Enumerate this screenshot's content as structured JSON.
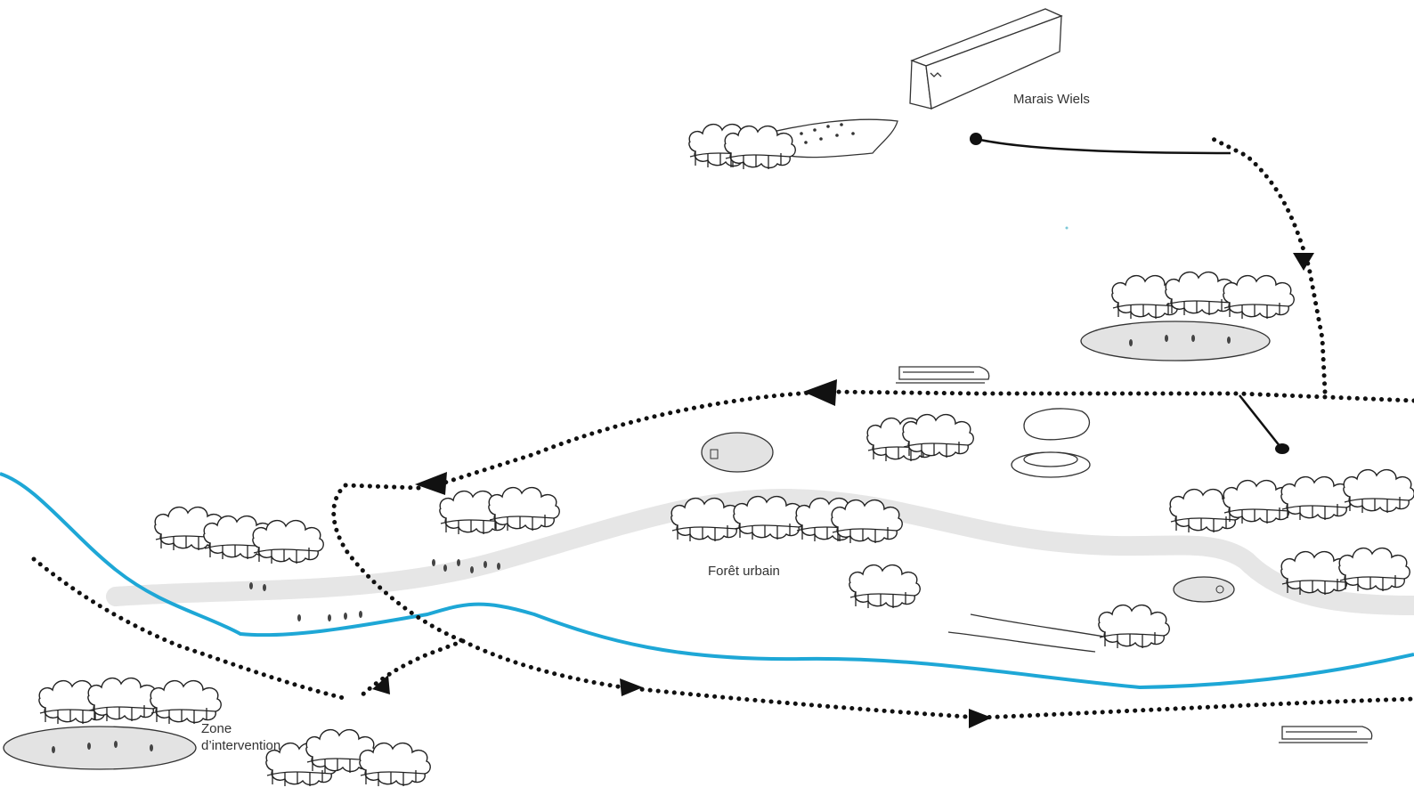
{
  "labels": {
    "marais": "Marais Wiels",
    "foret": "Forêt urbain",
    "zone_line1": "Zone",
    "zone_line2": "d’intervention"
  },
  "colors": {
    "river": "#1ea7d6",
    "path_ink": "#111111",
    "green_band": "#e6e6e6",
    "pond_fill": "#e3e3e3"
  },
  "icons": [
    "building-sketch",
    "tree-cluster-icon",
    "pond-icon",
    "train-icon",
    "arrow-icon",
    "pavilion-icon",
    "meadow-icon"
  ]
}
